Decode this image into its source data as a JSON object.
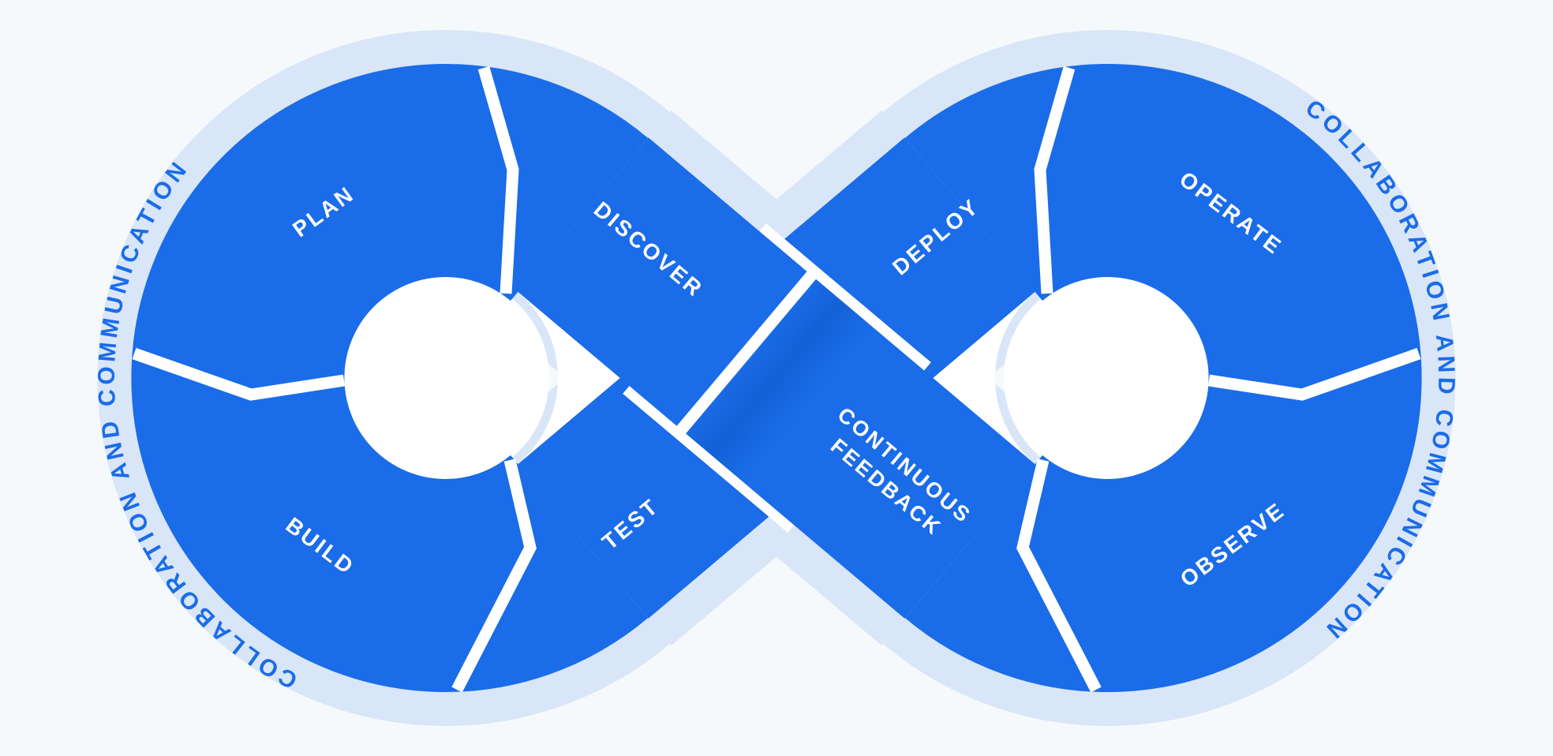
{
  "diagram": {
    "segments": {
      "plan": "PLAN",
      "discover": "DISCOVER",
      "build": "BUILD",
      "test": "TEST",
      "deploy": "DEPLOY",
      "operate": "OPERATE",
      "observe": "OBSERVE",
      "continuous_feedback_line1": "CONTINUOUS",
      "continuous_feedback_line2": "FEEDBACK"
    },
    "outer_band": {
      "left_text": "COLLABORATION AND COMMUNICATION",
      "right_text": "COLLABORATION AND COMMUNICATION"
    },
    "colors": {
      "background": "#F6F9FC",
      "halo": "#D9E6F8",
      "loop": "#1A6CE8",
      "loop_mid": "#1461D6",
      "loop_shadow": "#0B4CB8",
      "label": "#FFFFFF",
      "outer_label": "#1A6CE8",
      "gap": "#FFFFFF",
      "hole": "#FFFFFF"
    }
  }
}
